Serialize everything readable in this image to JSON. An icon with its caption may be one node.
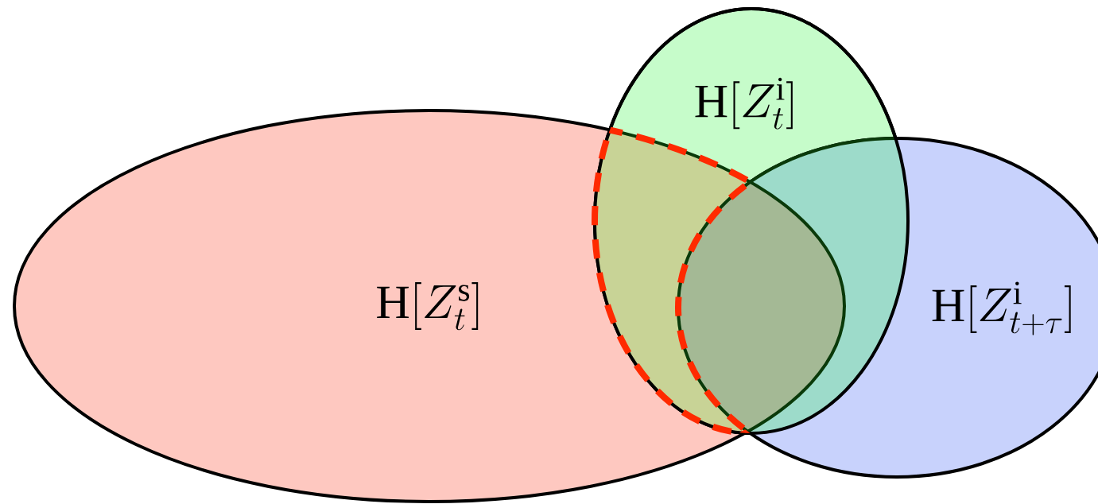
{
  "diagram": {
    "nodes": [
      {
        "text": [
          "\\mathrm{H}[Z_t^{\\mathrm{s}}]"
        ]
      },
      {
        "text": [
          "\\mathrm{H}[Z_t^{\\mathrm{i}}]"
        ]
      },
      {
        "text": [
          "\\mathrm{H}[Z_{t+\\tau}^{\\mathrm{i}}]"
        ]
      }
    ]
  }
}
